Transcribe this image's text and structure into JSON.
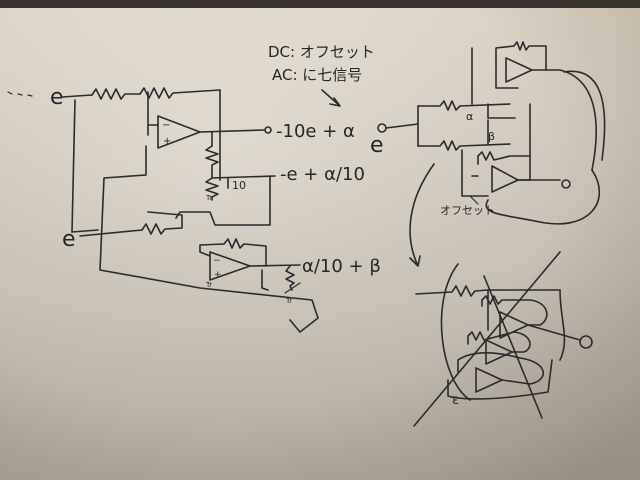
{
  "photo": {
    "subject": "handwritten op-amp circuit sketches on a whiteboard",
    "colors": {
      "board_light": "#e6dfd4",
      "board_shadow": "#b9ae9f",
      "ink": "#2b2b2e",
      "frame": "#3a342e"
    }
  },
  "labels": {
    "note_dc": "DC: オフセット",
    "note_ac": "AC: に七信号",
    "input_e_top": "e",
    "input_e_bottom": "e",
    "input_e_right": "e",
    "out1": "-10e + α",
    "out2": "-e + α/10",
    "out3": "α/10 + β",
    "div_10": "10",
    "node_alpha": "α",
    "node_beta": "β",
    "offset_right": "オフセット",
    "small_t1": "Tr",
    "small_t2": "Tr",
    "small_t3": "Tr",
    "minus_sign": "−",
    "plus_sign": "+",
    "epsilon": "ε"
  }
}
